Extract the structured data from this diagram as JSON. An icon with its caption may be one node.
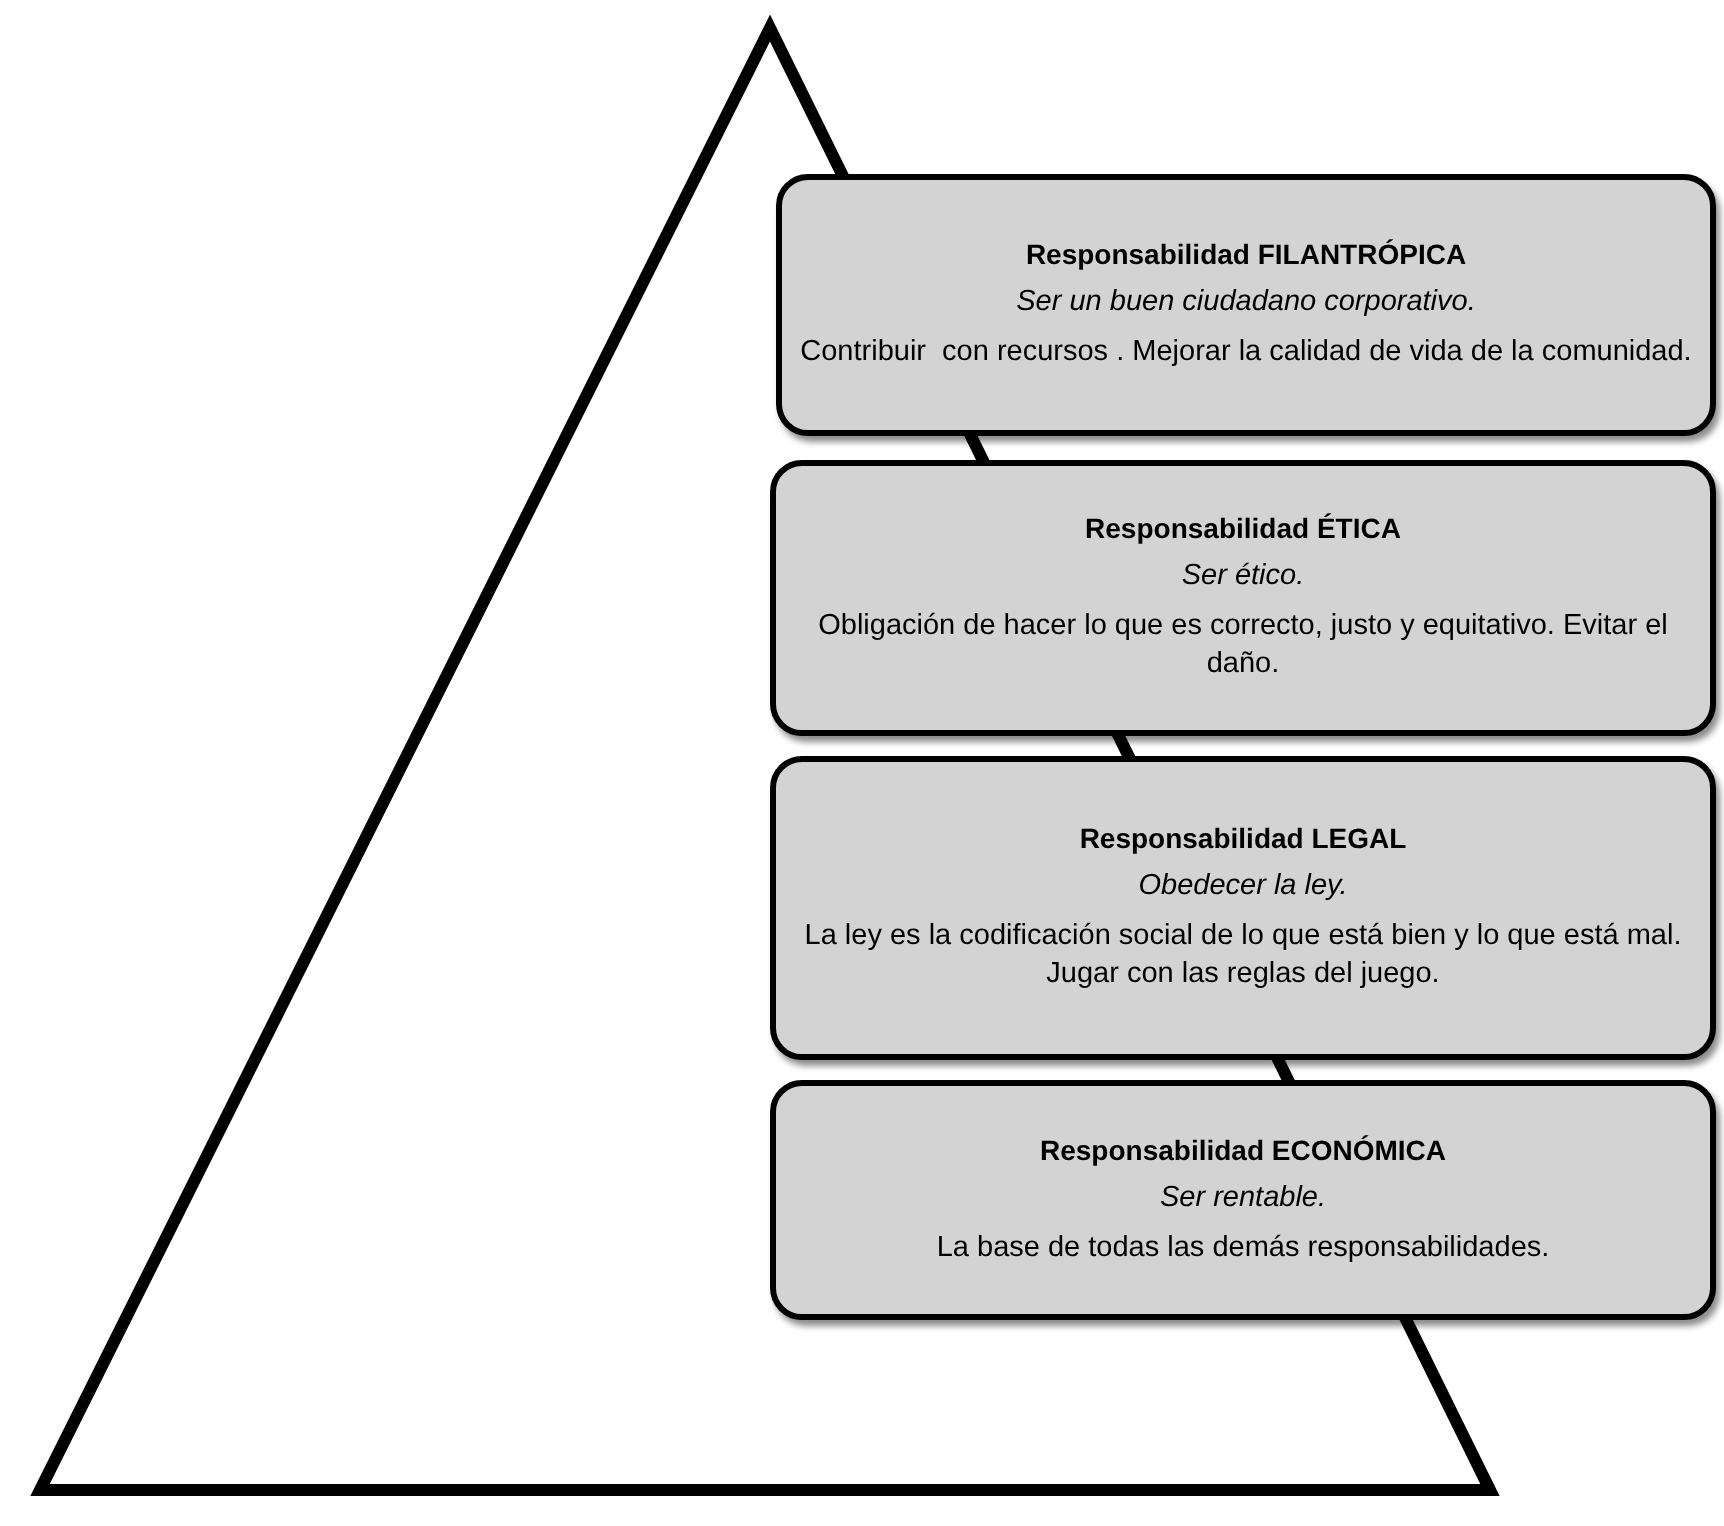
{
  "diagram": {
    "nodes": [
      {
        "text": [
          "Responsabilidad FILANTRÓPICA",
          "Ser un buen ciudadano corporativo.",
          "Contribuir  con recursos . Mejorar la calidad de vida de la comunidad."
        ]
      },
      {
        "text": [
          "Responsabilidad ÉTICA",
          "Ser ético.",
          "Obligación de hacer lo que es correcto, justo y equitativo. Evitar el daño."
        ]
      },
      {
        "text": [
          "Responsabilidad LEGAL",
          "Obedecer la ley.",
          "La ley es la codificación social de lo que está bien y lo que está mal. Jugar con las reglas del juego."
        ]
      },
      {
        "text": [
          "Responsabilidad ECONÓMICA",
          "Ser rentable.",
          "La base de todas las demás responsabilidades."
        ]
      }
    ]
  }
}
